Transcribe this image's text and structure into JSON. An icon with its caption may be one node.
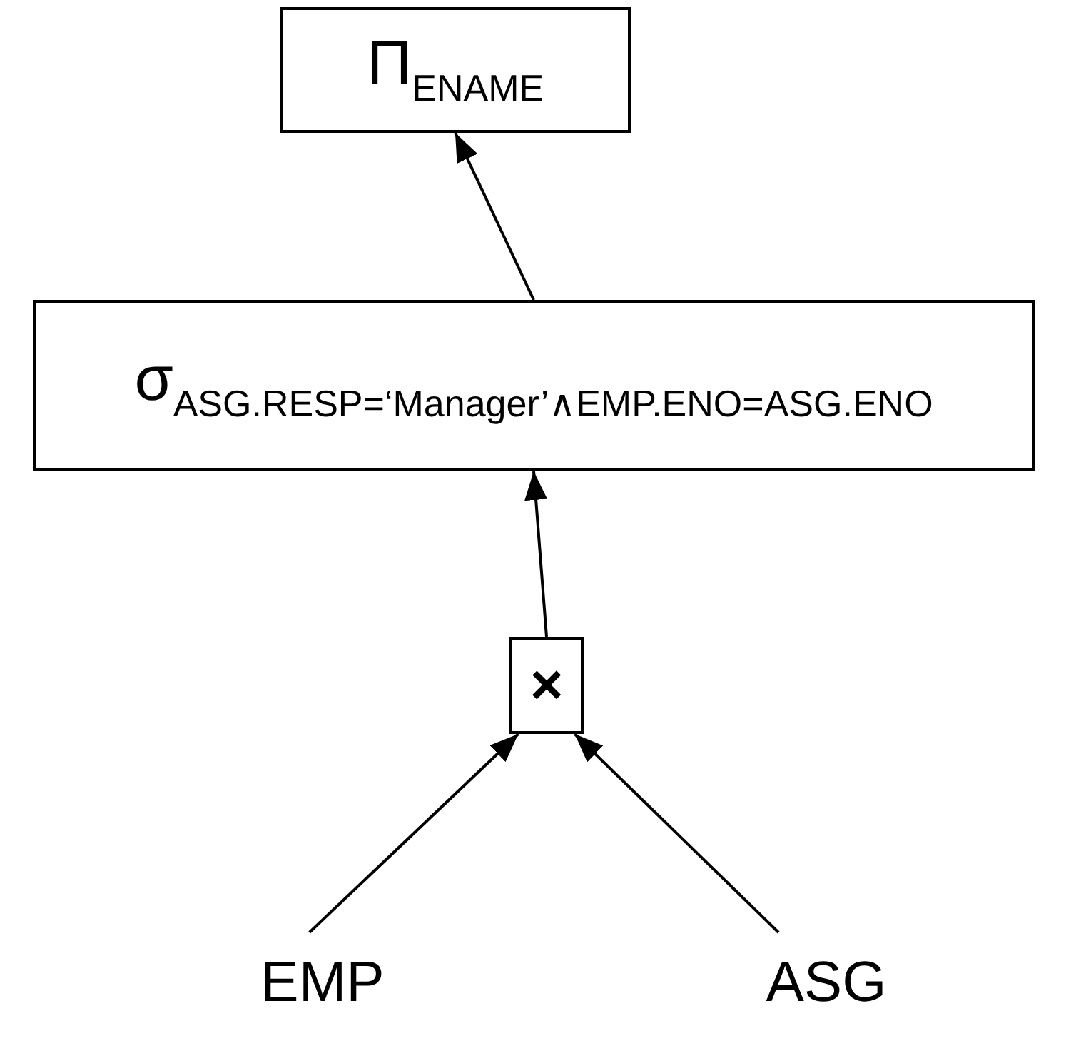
{
  "diagram": {
    "nodes": [
      {
        "text": [
          "Π$_{ENAME}$"
        ]
      },
      {
        "text": [
          "σ$_{ASG.RESP=‘Manager’∧EMP.ENO=ASG.ENO}$"
        ]
      },
      {
        "text": [
          "×"
        ]
      },
      {
        "text": [
          "EMP"
        ]
      },
      {
        "text": [
          "ASG"
        ]
      }
    ],
    "edges": [
      {
        "from": 3,
        "to": 2,
        "arrow": "to"
      },
      {
        "from": 4,
        "to": 2,
        "arrow": "to"
      },
      {
        "from": 2,
        "to": 1,
        "arrow": "to"
      },
      {
        "from": 1,
        "to": 0,
        "arrow": "to"
      }
    ]
  }
}
